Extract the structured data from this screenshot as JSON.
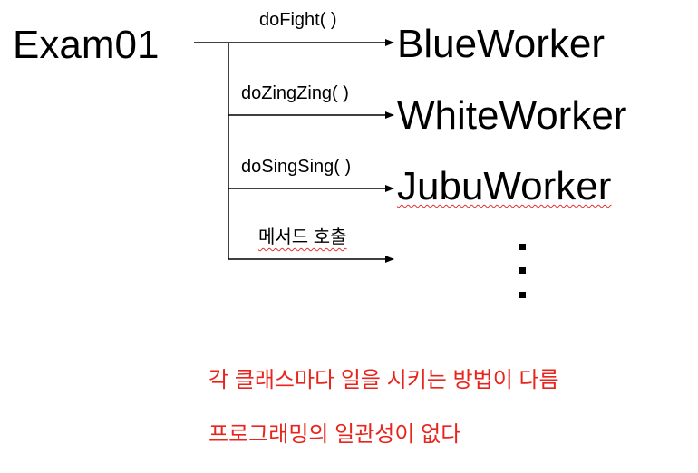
{
  "source_class": "Exam01",
  "targets": [
    {
      "method": "doFight( )",
      "class": "BlueWorker"
    },
    {
      "method": "doZingZing( )",
      "class": "WhiteWorker"
    },
    {
      "method": "doSingSing( )",
      "class": "JubuWorker"
    },
    {
      "method": "메서드 호출",
      "class": ""
    }
  ],
  "ellipsis": "⋮",
  "notes": [
    "각 클래스마다 일을 시키는 방법이 다름",
    "프로그래밍의 일관성이 없다"
  ],
  "colors": {
    "line": "#000000",
    "note": "#e8251d",
    "spellcheck": "#e03131"
  }
}
